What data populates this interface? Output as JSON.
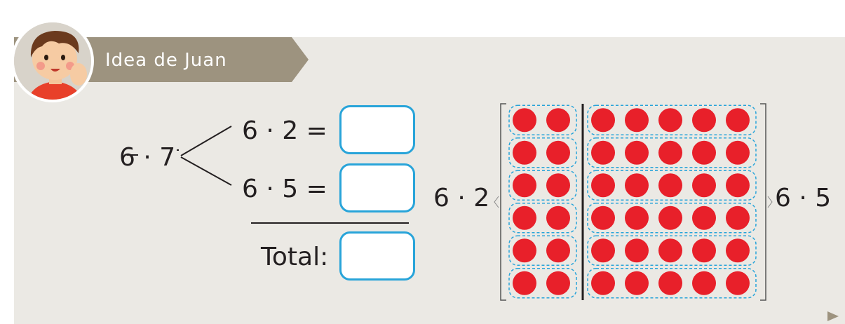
{
  "header": {
    "title": "Idea de Juan"
  },
  "left_expression": {
    "factor_a": "6",
    "dot": "·",
    "factor_b": "7"
  },
  "equations": [
    {
      "text": "6 · 2 ="
    },
    {
      "text": "6 · 5 ="
    }
  ],
  "total_label": "Total:",
  "array": {
    "rows": 6,
    "left_columns": 2,
    "right_columns": 5,
    "left_label": "6 · 2",
    "right_label": "6 · 5",
    "dot_color": "#e8202a",
    "outline_color": "#28a4d9"
  },
  "colors": {
    "panel": "#ebe9e4",
    "header_band": "#9d937f",
    "box_border": "#28a4d9"
  }
}
